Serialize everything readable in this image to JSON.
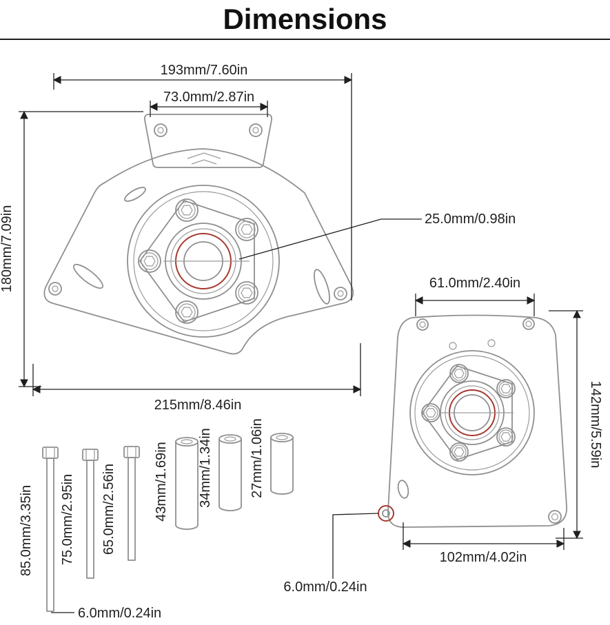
{
  "title": "Dimensions",
  "front_cover": {
    "top_width": "193mm/7.60in",
    "bracket_width": "73.0mm/2.87in",
    "height": "180mm/7.09in",
    "bottom_width": "215mm/8.46in",
    "center_hole_diameter": "25.0mm/0.98in"
  },
  "rear_cover": {
    "top_hole_spacing": "61.0mm/2.40in",
    "height": "142mm/5.59in",
    "bottom_hole_spacing": "102mm/4.02in",
    "mount_hole_diameter": "6.0mm/0.24in"
  },
  "hardware": {
    "bolt_long": "85.0mm/3.35in",
    "bolt_medium": "75.0mm/2.95in",
    "bolt_short": "65.0mm/2.56in",
    "spacer_long": "43mm/1.69in",
    "spacer_medium": "34mm/1.34in",
    "spacer_short": "27mm/1.06in",
    "bolt_diameter": "6.0mm/0.24in"
  },
  "colors": {
    "dimension_line": "#1f1f1f",
    "part_outline": "#8f8f8f",
    "highlight_red": "#a63a2e"
  }
}
